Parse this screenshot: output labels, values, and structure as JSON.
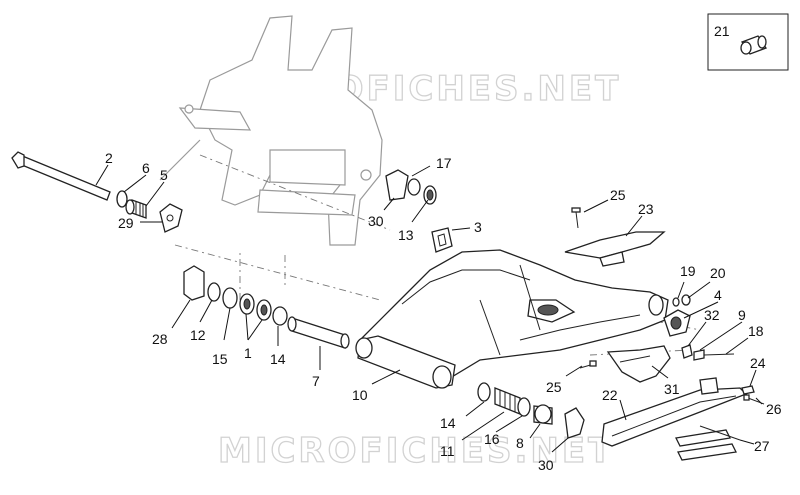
{
  "watermark": {
    "top": "MICROFICHES.NET",
    "bottom": "MICROFICHES.NET"
  },
  "inset_label": "21",
  "callouts": [
    "2",
    "6",
    "5",
    "29",
    "17",
    "30",
    "13",
    "3",
    "25",
    "23",
    "19",
    "20",
    "4",
    "32",
    "9",
    "18",
    "28",
    "12",
    "15",
    "1",
    "14",
    "7",
    "10",
    "24",
    "25",
    "31",
    "22",
    "26",
    "14",
    "11",
    "16",
    "8",
    "30",
    "27"
  ],
  "colors": {
    "line": "#222222",
    "ghost": "#9a9a9a",
    "watermark": "#d2d2d2"
  }
}
